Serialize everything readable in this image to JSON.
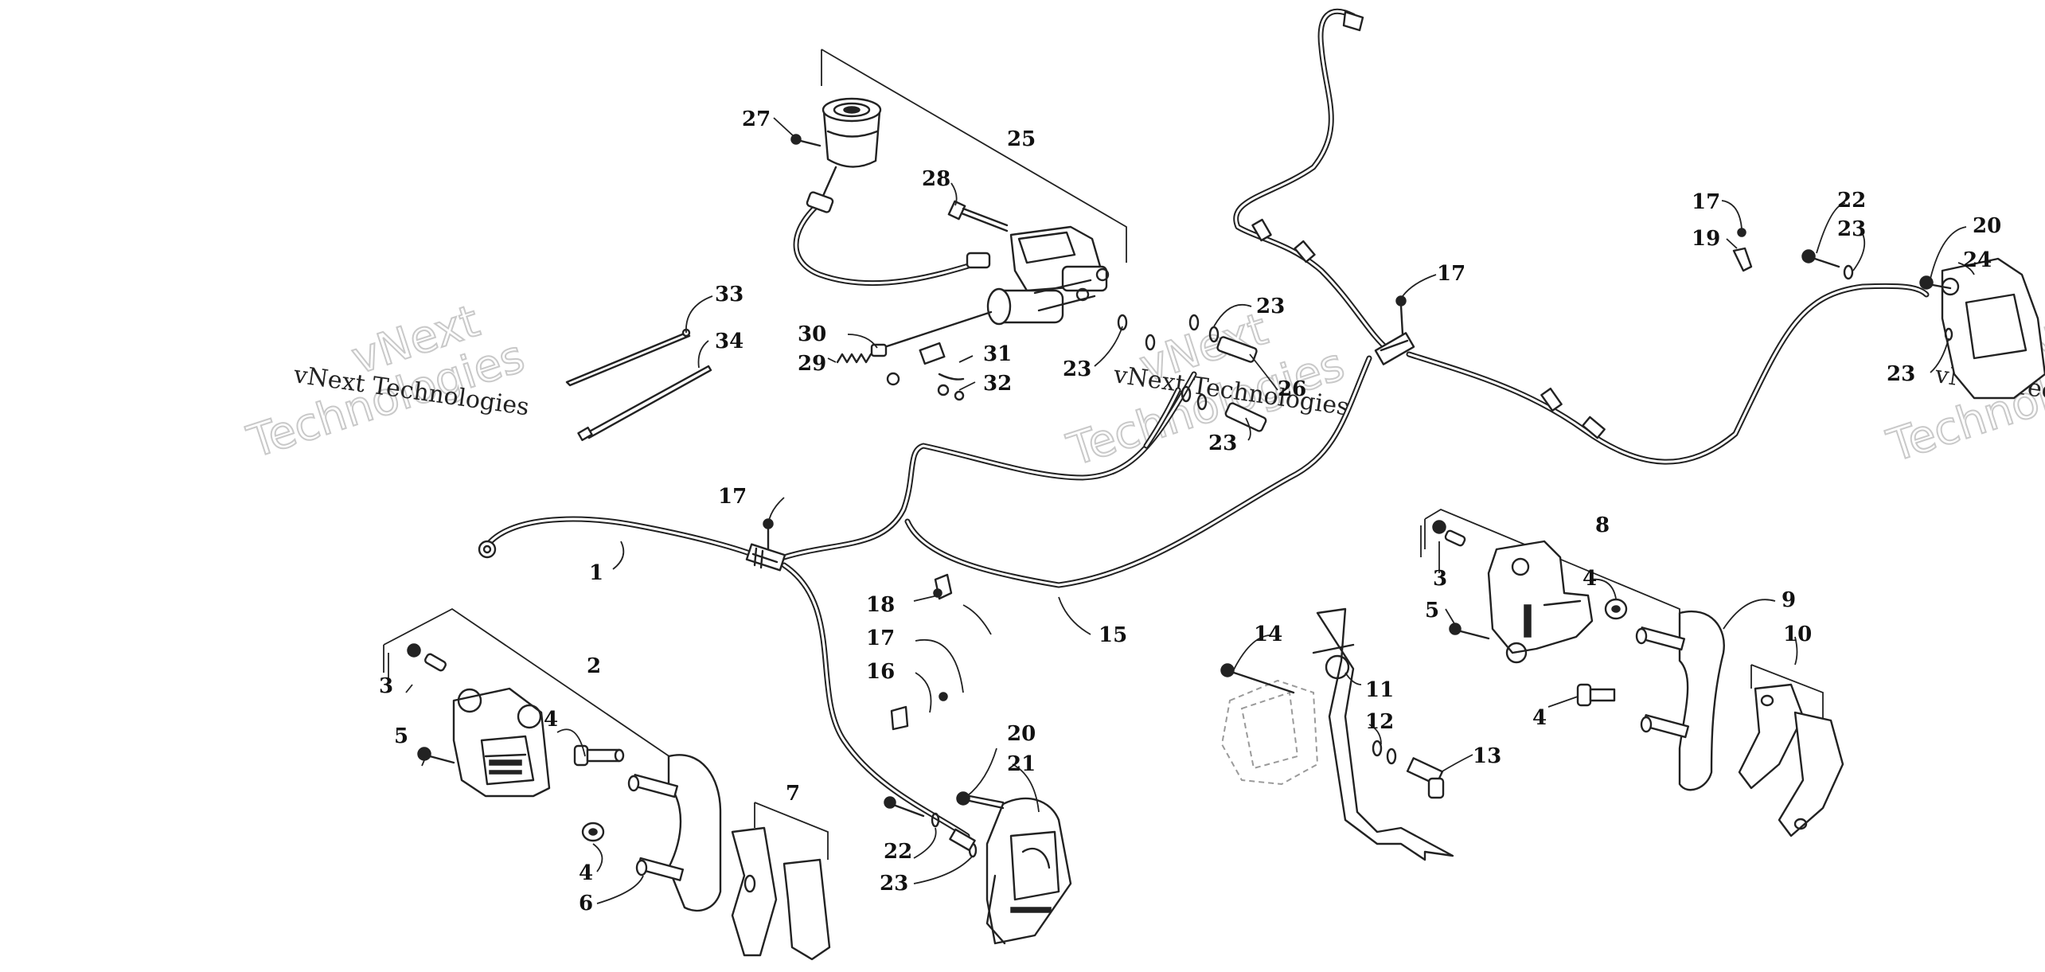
{
  "watermark": {
    "company": "vNext Technologies",
    "brand": "vNext",
    "word": "Technologies"
  },
  "callouts": {
    "c1": "1",
    "c2": "2",
    "c3a": "3",
    "c3b": "3",
    "c4a": "4",
    "c4b": "4",
    "c4c": "4",
    "c4d": "4",
    "c5a": "5",
    "c5b": "5",
    "c6": "6",
    "c7": "7",
    "c8": "8",
    "c9": "9",
    "c10": "10",
    "c11": "11",
    "c12": "12",
    "c13": "13",
    "c14": "14",
    "c15": "15",
    "c16": "16",
    "c17a": "17",
    "c17b": "17",
    "c17c": "17",
    "c17d": "17",
    "c18": "18",
    "c19": "19",
    "c20a": "20",
    "c20b": "20",
    "c21": "21",
    "c22a": "22",
    "c22b": "22",
    "c23a": "23",
    "c23b": "23",
    "c23c": "23",
    "c23d": "23",
    "c23e": "23",
    "c23f": "23",
    "c24": "24",
    "c25": "25",
    "c26": "26",
    "c27": "27",
    "c28": "28",
    "c29": "29",
    "c30": "30",
    "c31": "31",
    "c32": "32",
    "c33": "33",
    "c34": "34"
  }
}
